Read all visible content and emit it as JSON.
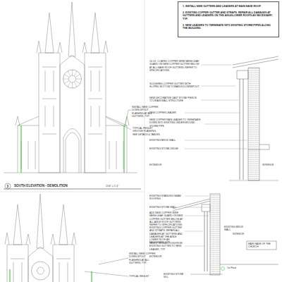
{
  "diagram": {
    "nodes": [
      {
        "text": [
          "1. INSTALL NEW GUTTERS AND LEADERS AT MAIN NAVE ROOF.",
          "2. EXISTING COPPER GUTTER AND STRAPS. REPAIR ALL DAMAGES AT GUTTERS AND LEADERS ON THE AISLE/LOWER ROOFS AS NECESSARY, TYP.",
          "3. NEW LEADERS TO TERMINATE INTO EXISTING STORM PIPES ALONG THE BUILDING."
        ]
      }
    ],
    "edges": [],
    "labels": [
      "INSTALL NEW COPPER DOWN-SPOUT FLASHING AT ALL GUTTERS, TYP.",
      "TYPICAL REGLET GROOVE FLASHING. SEE DETAILS & TABLES.",
      "3",
      "SOUTH ELEVATION - DEMOLITION",
      "1/16\" = 1'-0\"",
      "INSTALL NEW COPPER DOWN-SPOUT FLASHING AT ALL GUTTERS, TYP.",
      "TYPICAL REGLET",
      "16 OZ. COATED COPPER WIRE MESH LEAF GUARD ON NEW COPPER GUTTER BELOW AT ALL NAVE ROOF GUTTERS. REFER TO SPECIFICATIONS.",
      "SOLDERED COPPER GUTTER WITH SLOPED BOTTOM TOWARDS DOWNSPOUT",
      "NEW DECORATIVE CAST STONE PIERCE TO DRAIN WALL STRUCTURE",
      "NEW COPPER LEADER",
      "NEW COPPER RAIN LEADER TO TERMINATE DOWN INTO EXISTING UNDERGROUND STORM PIPE",
      "EXISTING BRICK WALL",
      "EXISTING STONE LEDGE",
      "EXTERIOR",
      "INTERIOR",
      "EXISTING STANDING SEAM ROOFING",
      "EXISTING STONE WALL",
      "ADD NEW COPPER WIRE MESH LEAF GUARD ON NEW COPPER GUTTER BELOW AT ALL AISLE ROOF GUTTERS. REFER TO SPECIFICATIONS.",
      "EXISTING COPPER GUTTER AND STRAPS. REPAIR ALL DAMAGES AT GUTTERS AND LEADERS AT THE AISLE LOWER ROOF AS NECESSARY, TYP.",
      "NEW 4\" CONNECTION FROM EXISTING GUTTER TO NEW LEADER, TYP.",
      "EXTERIOR",
      "INTERIOR",
      "EXISTING BRICK WALL",
      "MAIN NAVE OF THE CHURCH",
      "1st Floor",
      "EXISTING STONE SILL"
    ]
  }
}
